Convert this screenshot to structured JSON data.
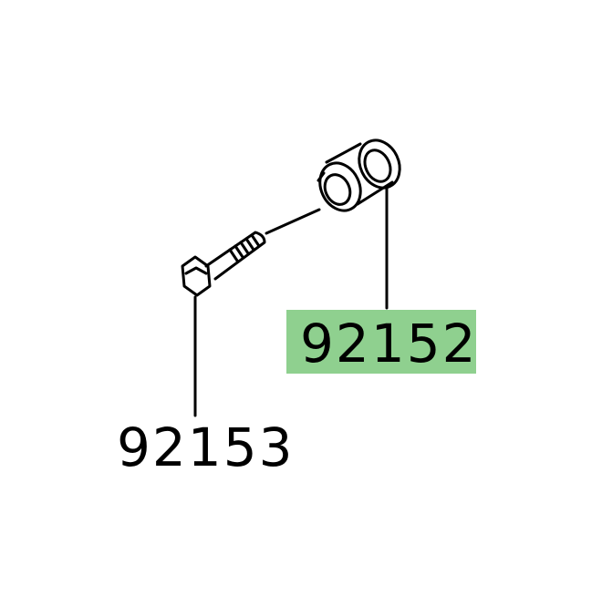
{
  "parts": [
    {
      "number": "92152",
      "name": "collar",
      "highlighted": true
    },
    {
      "number": "92153",
      "name": "bolt",
      "highlighted": false
    }
  ],
  "colors": {
    "highlight": "#8fd08f",
    "line": "#000000",
    "background": "#ffffff"
  }
}
